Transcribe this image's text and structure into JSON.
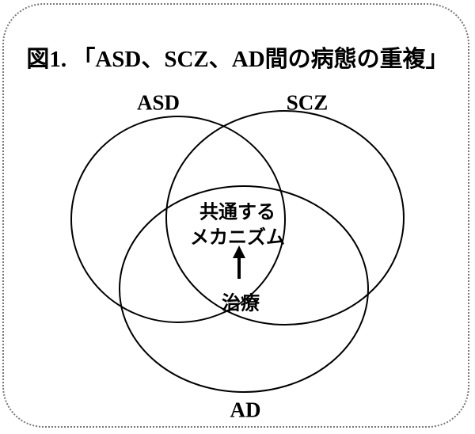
{
  "title": "図1. 「ASD、SCZ、AD間の病態の重複」",
  "sets": {
    "asd": "ASD",
    "scz": "SCZ",
    "ad": "AD"
  },
  "center": {
    "line1": "共通する",
    "line2": "メカニズム",
    "treatment": "治療"
  }
}
